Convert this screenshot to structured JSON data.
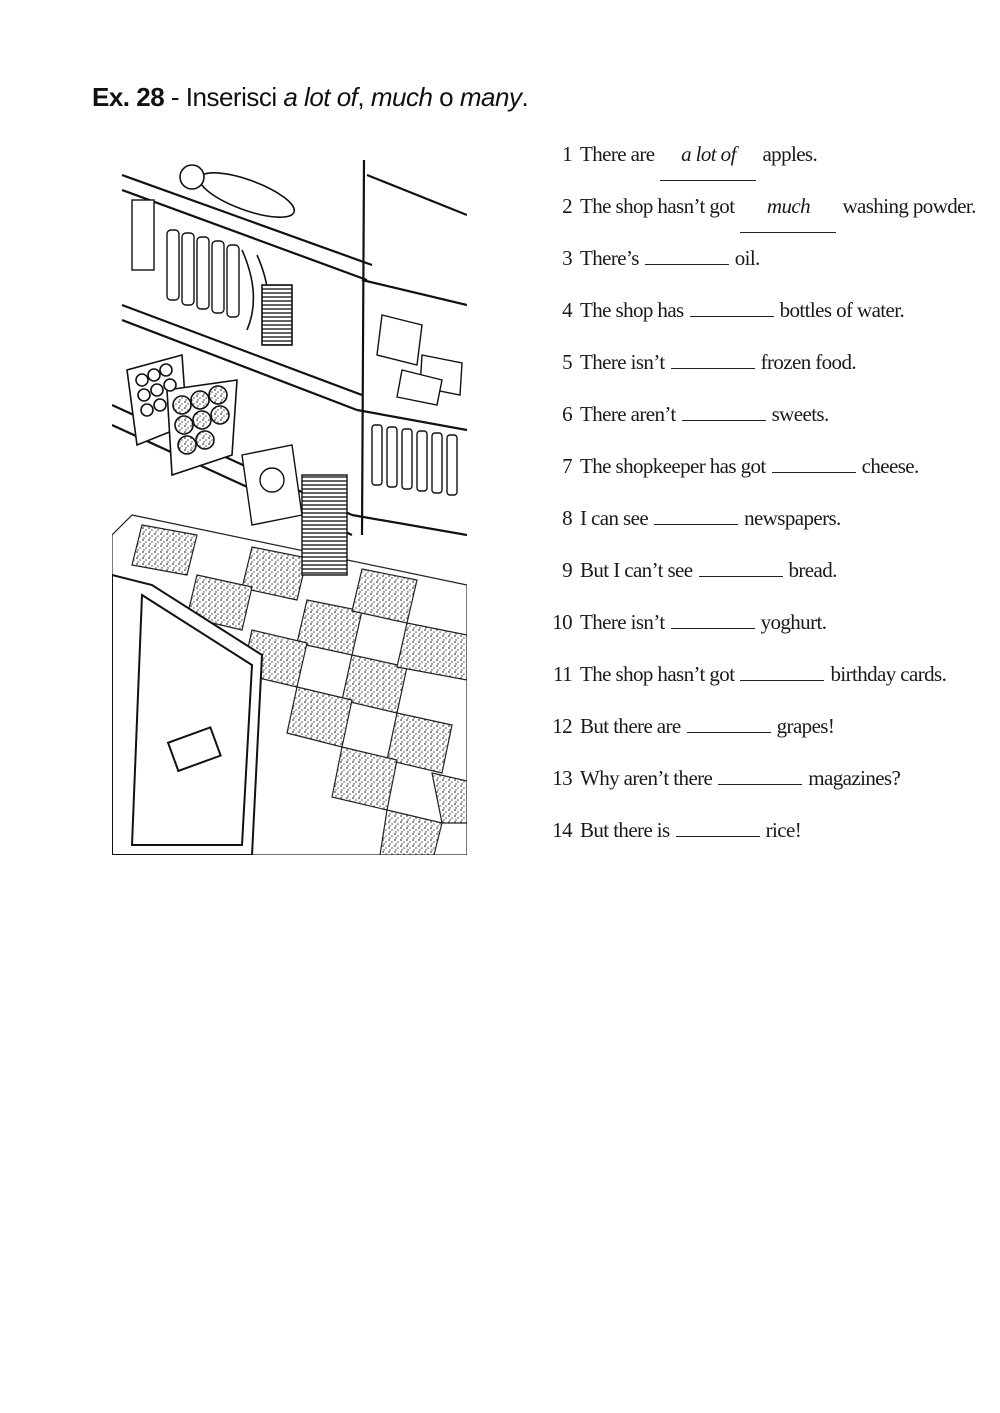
{
  "header": {
    "ex_label": "Ex. 28",
    "dash": " - ",
    "instruction_start": "Inserisci ",
    "opt1": "a lot of",
    "comma": ", ",
    "opt2": "much",
    "or": " o ",
    "opt3": "many",
    "period": "."
  },
  "exercise": [
    {
      "num": "1",
      "before": "There are",
      "answer": "a lot of",
      "after": "apples."
    },
    {
      "num": "2",
      "before": "The shop hasn’t got",
      "answer": "much",
      "after": "washing powder."
    },
    {
      "num": "3",
      "before": "There’s",
      "answer": "",
      "after": "oil."
    },
    {
      "num": "4",
      "before": "The shop has",
      "answer": "",
      "after": "bottles of water."
    },
    {
      "num": "5",
      "before": "There isn’t",
      "answer": "",
      "after": "frozen food."
    },
    {
      "num": "6",
      "before": "There aren’t",
      "answer": "",
      "after": "sweets."
    },
    {
      "num": "7",
      "before": "The shopkeeper has got",
      "answer": "",
      "after": "cheese."
    },
    {
      "num": "8",
      "before": "I can see",
      "answer": "",
      "after": "newspapers."
    },
    {
      "num": "9",
      "before": "But I can’t see",
      "answer": "",
      "after": "bread."
    },
    {
      "num": "10",
      "before": "There isn’t",
      "answer": "",
      "after": "yoghurt."
    },
    {
      "num": "11",
      "before": "The shop hasn’t got",
      "answer": "",
      "after": "birthday cards."
    },
    {
      "num": "12",
      "before": "But there are",
      "answer": "",
      "after": "grapes!"
    },
    {
      "num": "13",
      "before": "Why aren’t there",
      "answer": "",
      "after": "magazines?"
    },
    {
      "num": "14",
      "before": "But there is",
      "answer": "",
      "after": "rice!"
    }
  ]
}
